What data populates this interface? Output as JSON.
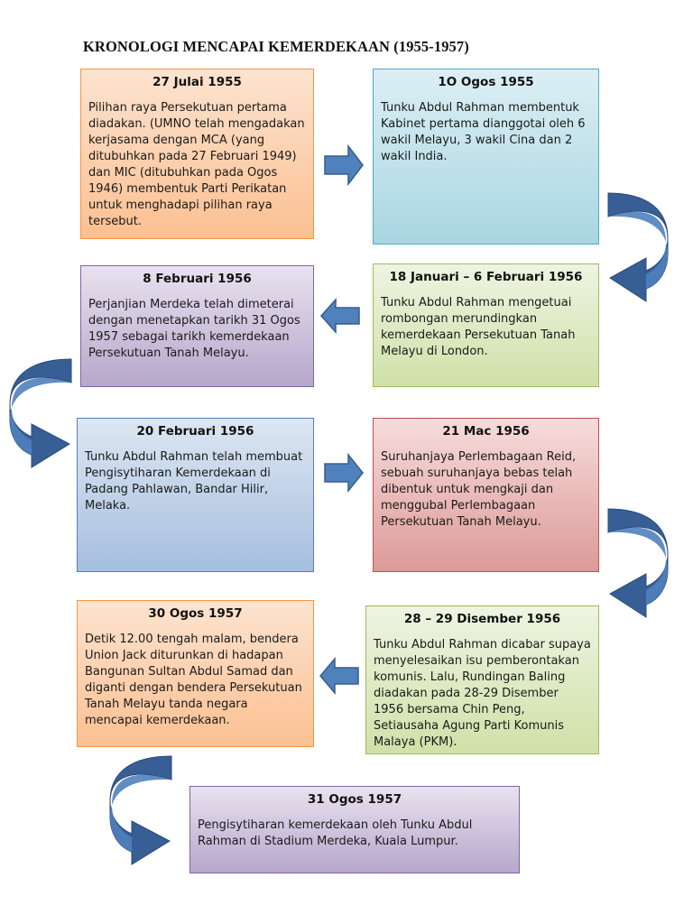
{
  "title": "KRONOLOGI MENCAPAI KEMERDEKAAN (1955-1957)",
  "events": [
    {
      "date": "27 Julai 1955",
      "text": "Pilihan raya Persekutuan pertama diadakan. (UMNO telah mengadakan kerjasama dengan MCA (yang ditubuhkan pada 27 Februari 1949) dan MIC (ditubuhkan pada Ogos 1946) membentuk Parti Perikatan untuk menghadapi pilihan raya tersebut."
    },
    {
      "date": "1O Ogos 1955",
      "text": "Tunku Abdul Rahman membentuk Kabinet pertama dianggotai oleh 6 wakil Melayu, 3 wakil Cina dan 2 wakil India."
    },
    {
      "date": "18 Januari – 6 Februari 1956",
      "text": "Tunku Abdul Rahman mengetuai rombongan merundingkan kemerdekaan Persekutuan Tanah Melayu di London."
    },
    {
      "date": "8 Februari 1956",
      "text": "Perjanjian Merdeka telah dimeterai dengan menetapkan tarikh 31 Ogos 1957 sebagai tarikh kemerdekaan Persekutuan Tanah Melayu."
    },
    {
      "date": "20 Februari 1956",
      "text": "Tunku Abdul Rahman telah membuat Pengisytiharan Kemerdekaan di Padang Pahlawan, Bandar Hilir, Melaka."
    },
    {
      "date": "21 Mac 1956",
      "text": "Suruhanjaya Perlembagaan Reid, sebuah suruhanjaya bebas telah dibentuk untuk mengkaji dan menggubal Perlembagaan Persekutuan Tanah Melayu."
    },
    {
      "date": "28 – 29 Disember 1956",
      "text": "Tunku Abdul Rahman dicabar supaya menyelesaikan isu pemberontakan komunis. Lalu, Rundingan Baling diadakan pada 28-29 Disember 1956 bersama Chin Peng, Setiausaha Agung Parti Komunis Malaya (PKM)."
    },
    {
      "date": "30 Ogos 1957",
      "text": "Detik 12.00 tengah malam, bendera Union Jack diturunkan di hadapan Bangunan Sultan Abdul Samad dan diganti dengan bendera Persekutuan Tanah Melayu tanda negara mencapai kemerdekaan."
    },
    {
      "date": "31 Ogos 1957",
      "text": "Pengisytiharan kemerdekaan oleh Tunku Abdul Rahman di Stadium Merdeka, Kuala Lumpur."
    }
  ],
  "colors": {
    "arrow_fill": "#4f81bd",
    "arrow_stroke": "#385d8a",
    "curve_fill": "#375f96"
  }
}
